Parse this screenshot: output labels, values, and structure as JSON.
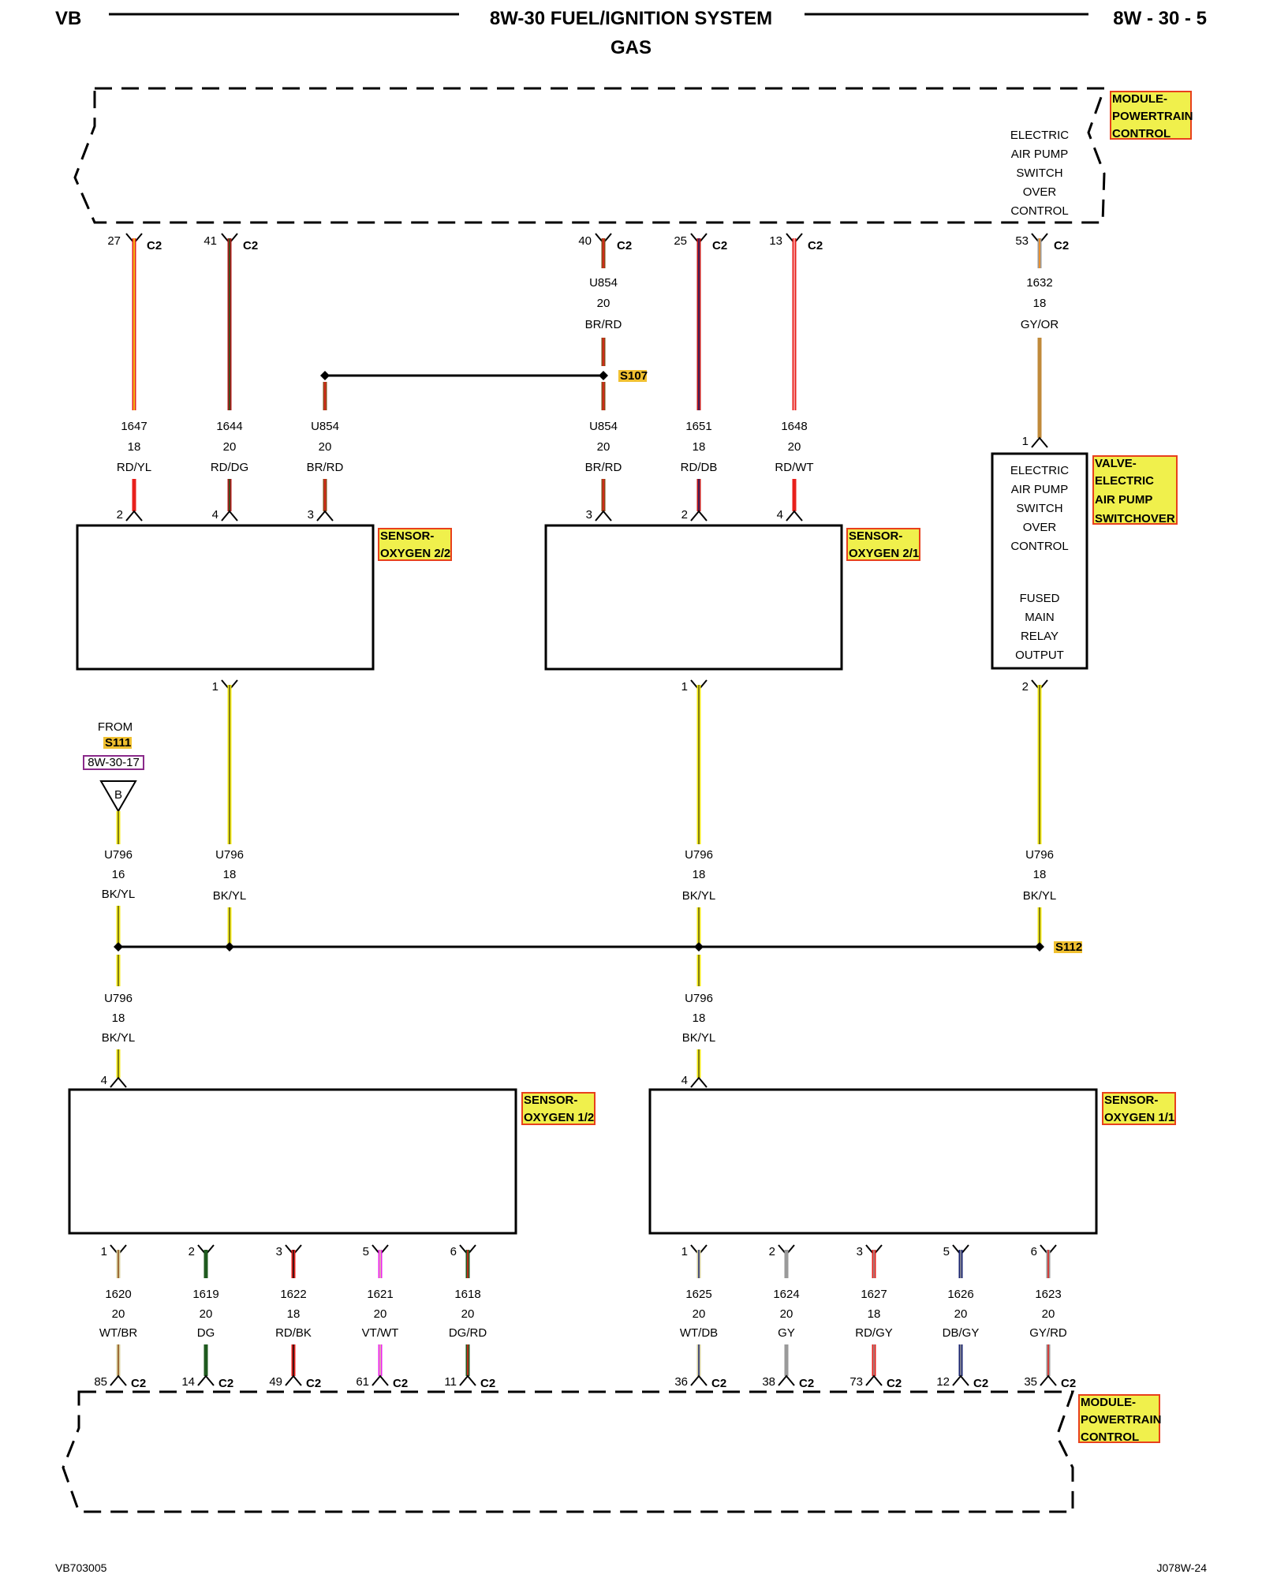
{
  "header": {
    "left": "VB",
    "title": "8W-30 FUEL/IGNITION SYSTEM",
    "subtitle": "GAS",
    "right": "8W - 30 - 5"
  },
  "footer": {
    "left": "VB703005",
    "right": "J078W-24"
  },
  "colors": {
    "RD": "#e8201c",
    "BR": "#8b4a16",
    "BK": "#111111",
    "YL": "#f4ea16",
    "DG": "#1f5a1f",
    "GY": "#9a9a9a",
    "DB": "#1a2470",
    "WT": "#d8d2a0",
    "VT": "#ee22ee",
    "OR": "#e89030",
    "label_bg": "#f0f04c",
    "label_border": "#e8401c",
    "ref_border": "#8a2a8a"
  },
  "pcm_top": {
    "label": [
      "MODULE-",
      "POWERTRAIN",
      "CONTROL"
    ],
    "text": [
      "ELECTRIC",
      "AIR PUMP",
      "SWITCH",
      "OVER",
      "CONTROL"
    ]
  },
  "pcm_bottom": {
    "label": [
      "MODULE-",
      "POWERTRAIN",
      "CONTROL"
    ]
  },
  "top_wires": [
    {
      "pin": "27",
      "conn": "C2",
      "circuit": "1647",
      "gauge": "18",
      "color": "RD/YL",
      "comp_pin": "2"
    },
    {
      "pin": "41",
      "conn": "C2",
      "circuit": "1644",
      "gauge": "20",
      "color": "RD/DG",
      "comp_pin": "4"
    },
    {
      "pin": "40",
      "conn": "C2",
      "circuit": "U854",
      "gauge": "20",
      "color": "BR/RD"
    },
    {
      "pin": "25",
      "conn": "C2",
      "circuit": "1651",
      "gauge": "18",
      "color": "RD/DB",
      "comp_pin": "2"
    },
    {
      "pin": "13",
      "conn": "C2",
      "circuit": "1648",
      "gauge": "20",
      "color": "RD/WT",
      "comp_pin": "4"
    },
    {
      "pin": "53",
      "conn": "C2",
      "circuit": "1632",
      "gauge": "18",
      "color": "GY/OR",
      "comp_pin": "1"
    }
  ],
  "splice_s107": {
    "name": "S107",
    "left": {
      "circuit": "U854",
      "gauge": "20",
      "color": "BR/RD",
      "comp_pin": "3"
    },
    "right": {
      "circuit": "U854",
      "gauge": "20",
      "color": "BR/RD",
      "comp_pin": "3"
    }
  },
  "sensor_o2_22": {
    "label": [
      "SENSOR-",
      "OXYGEN 2/2"
    ],
    "pin_out": "1"
  },
  "sensor_o2_21": {
    "label": [
      "SENSOR-",
      "OXYGEN 2/1"
    ],
    "pin_out": "1"
  },
  "valve": {
    "label": [
      "VALVE-",
      "ELECTRIC",
      "AIR PUMP",
      "SWITCHOVER"
    ],
    "text": [
      "ELECTRIC",
      "AIR PUMP",
      "SWITCH",
      "OVER",
      "CONTROL"
    ],
    "text2": [
      "FUSED",
      "MAIN",
      "RELAY",
      "OUTPUT"
    ],
    "pin_out": "2"
  },
  "from_ref": {
    "from": "FROM",
    "splice": "S111",
    "ref": "8W-30-17",
    "connector": "B"
  },
  "mid_wires": [
    {
      "circuit": "U796",
      "gauge": "16",
      "color": "BK/YL"
    },
    {
      "circuit": "U796",
      "gauge": "18",
      "color": "BK/YL"
    },
    {
      "circuit": "U796",
      "gauge": "18",
      "color": "BK/YL"
    },
    {
      "circuit": "U796",
      "gauge": "18",
      "color": "BK/YL"
    }
  ],
  "splice_s112": {
    "name": "S112"
  },
  "low_wires": [
    {
      "circuit": "U796",
      "gauge": "18",
      "color": "BK/YL",
      "comp_pin": "4"
    },
    {
      "circuit": "U796",
      "gauge": "18",
      "color": "BK/YL",
      "comp_pin": "4"
    }
  ],
  "sensor_o2_12": {
    "label": [
      "SENSOR-",
      "OXYGEN 1/2"
    ]
  },
  "sensor_o2_11": {
    "label": [
      "SENSOR-",
      "OXYGEN 1/1"
    ]
  },
  "bottom_wires": [
    {
      "comp_pin": "1",
      "circuit": "1620",
      "gauge": "20",
      "color": "WT/BR",
      "pcm_pin": "85",
      "conn": "C2"
    },
    {
      "comp_pin": "2",
      "circuit": "1619",
      "gauge": "20",
      "color": "DG",
      "pcm_pin": "14",
      "conn": "C2"
    },
    {
      "comp_pin": "3",
      "circuit": "1622",
      "gauge": "18",
      "color": "RD/BK",
      "pcm_pin": "49",
      "conn": "C2"
    },
    {
      "comp_pin": "5",
      "circuit": "1621",
      "gauge": "20",
      "color": "VT/WT",
      "pcm_pin": "61",
      "conn": "C2"
    },
    {
      "comp_pin": "6",
      "circuit": "1618",
      "gauge": "20",
      "color": "DG/RD",
      "pcm_pin": "11",
      "conn": "C2"
    },
    {
      "comp_pin": "1",
      "circuit": "1625",
      "gauge": "20",
      "color": "WT/DB",
      "pcm_pin": "36",
      "conn": "C2"
    },
    {
      "comp_pin": "2",
      "circuit": "1624",
      "gauge": "20",
      "color": "GY",
      "pcm_pin": "38",
      "conn": "C2"
    },
    {
      "comp_pin": "3",
      "circuit": "1627",
      "gauge": "18",
      "color": "RD/GY",
      "pcm_pin": "73",
      "conn": "C2"
    },
    {
      "comp_pin": "5",
      "circuit": "1626",
      "gauge": "20",
      "color": "DB/GY",
      "pcm_pin": "12",
      "conn": "C2"
    },
    {
      "comp_pin": "6",
      "circuit": "1623",
      "gauge": "20",
      "color": "GY/RD",
      "pcm_pin": "35",
      "conn": "C2"
    }
  ]
}
